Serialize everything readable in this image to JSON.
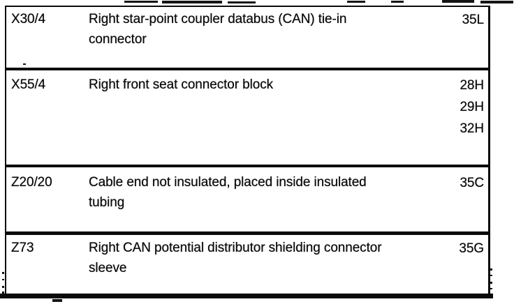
{
  "colors": {
    "ink": "#0a0a0a",
    "paper": "#ffffff"
  },
  "table": {
    "rows": [
      {
        "code": "X30/4",
        "description_lines": [
          "Right star-point coupler databus (CAN) tie-in",
          "connector"
        ],
        "refs": [
          "35L"
        ]
      },
      {
        "code": "X55/4",
        "description_lines": [
          "Right front seat connector block"
        ],
        "refs": [
          "28H",
          "29H",
          "32H"
        ]
      },
      {
        "code": "Z20/20",
        "description_lines": [
          "Cable end not insulated, placed inside insulated",
          "tubing"
        ],
        "refs": [
          "35C"
        ]
      },
      {
        "code": "Z73",
        "description_lines": [
          "Right CAN potential distributor shielding connector",
          "sleeve"
        ],
        "refs": [
          "35G"
        ]
      }
    ]
  }
}
